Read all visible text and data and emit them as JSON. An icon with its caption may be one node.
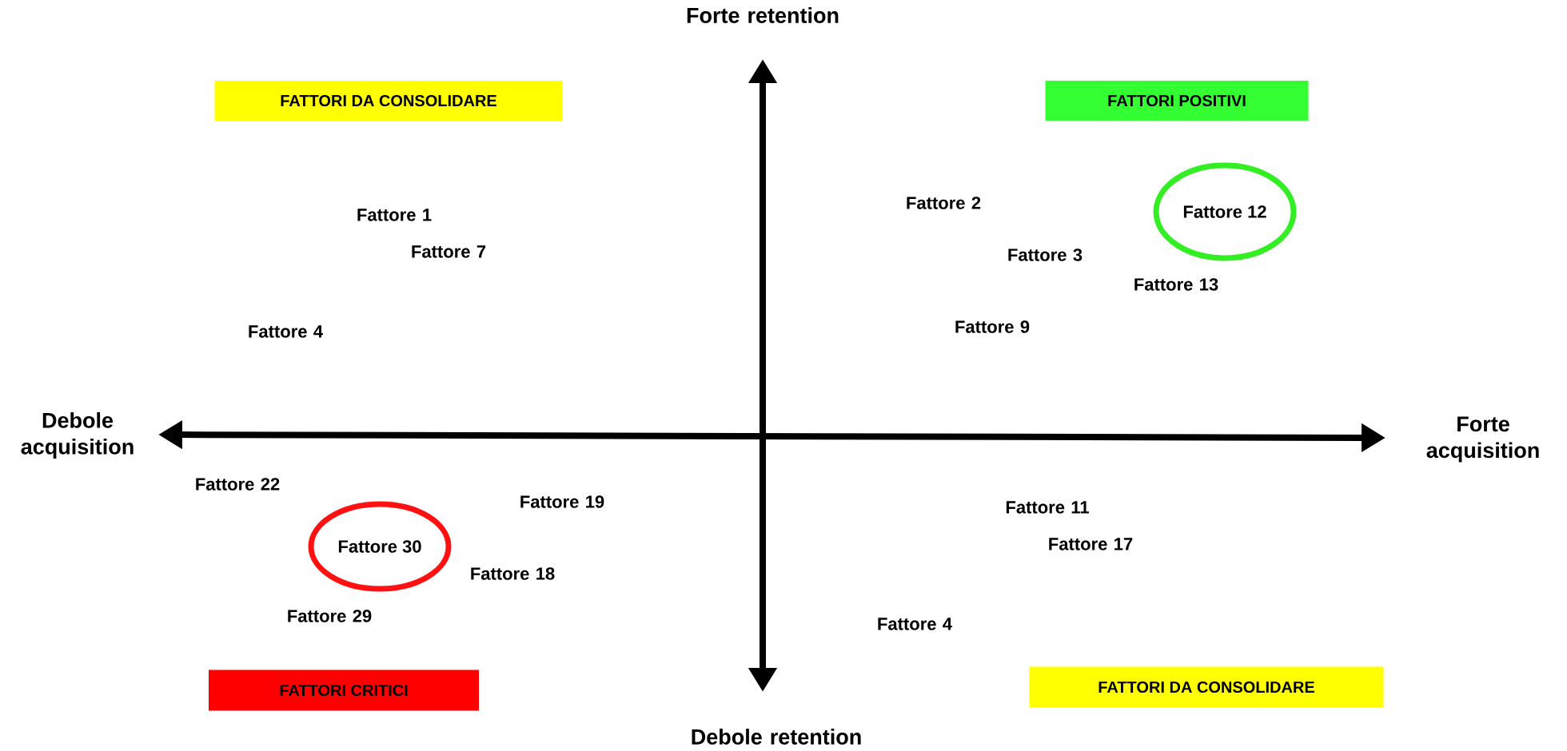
{
  "diagram": {
    "nodes": [
      {
        "text": [
          "FATTORI DA CONSOLIDARE"
        ]
      },
      {
        "text": [
          "FATTORI POSITIVI"
        ]
      },
      {
        "text": [
          "Fattore 12"
        ]
      },
      {
        "text": [
          "Fattore 30"
        ]
      },
      {
        "text": [
          "FATTORI CRITICI"
        ]
      },
      {
        "text": [
          "FATTORI DA CONSOLIDARE"
        ]
      }
    ],
    "labels": [
      "Forte retention",
      "Fattore 1",
      "Fattore 2",
      "Fattore 7",
      "Fattore 3",
      "Fattore 13",
      "Fattore 4",
      "Fattore 9",
      "Debole acquisition",
      "Forte acquisition",
      "Fattore 22",
      "Fattore 19",
      "Fattore 11",
      "Fattore 17",
      "Fattore 18",
      "Fattore 29",
      "Fattore 4",
      "Debole retention"
    ]
  }
}
